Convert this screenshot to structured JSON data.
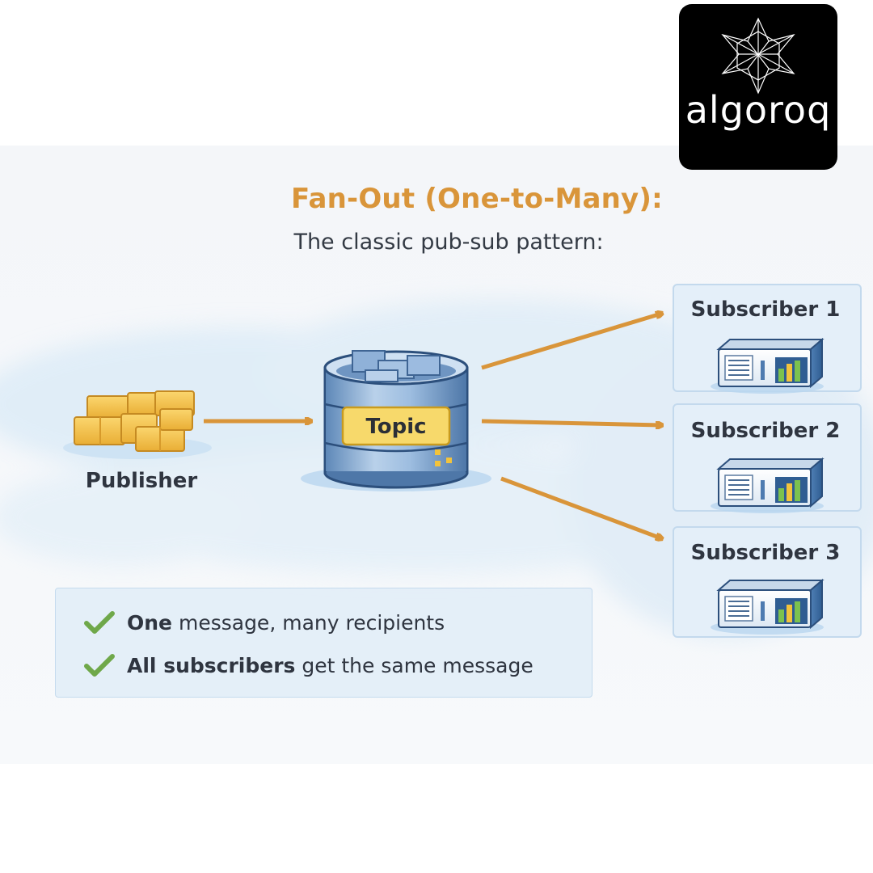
{
  "logo": {
    "wordmark": "algoroq"
  },
  "title": "Fan-Out (One-to-Many):",
  "subtitle": "The classic pub-sub pattern:",
  "nodes": {
    "publisher": "Publisher",
    "topic": "Topic",
    "subscribers": [
      "Subscriber 1",
      "Subscriber 2",
      "Subscriber 3"
    ]
  },
  "benefits": [
    {
      "bold": "One",
      "rest": " message, many recipients"
    },
    {
      "bold": "All subscribers",
      "rest": " get the same message"
    }
  ],
  "colors": {
    "accent": "#d9953a",
    "text": "#2f3540",
    "check": "#6fa84a",
    "panel": "#d6e8f6",
    "topic_label": "#f7d96b"
  },
  "icons": [
    "algoroq-logo-icon",
    "package-stack-icon",
    "database-icon",
    "server-icon",
    "check-icon",
    "arrow-icon"
  ]
}
